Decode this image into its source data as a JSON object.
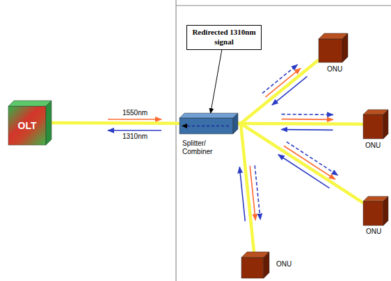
{
  "diagram": {
    "nodes": [
      {
        "text": [
          "OLT"
        ]
      },
      {
        "text": [
          "Redirected 1310nm signal"
        ]
      },
      {
        "text": [
          "Splitter/ Combiner"
        ]
      },
      {
        "text": [
          "ONU"
        ]
      },
      {
        "text": [
          "ONU"
        ]
      },
      {
        "text": [
          "ONU"
        ]
      },
      {
        "text": [
          "ONU"
        ]
      }
    ],
    "edges": [
      {
        "from": 0,
        "to": 2,
        "arrow": "none"
      },
      {
        "from": 1,
        "to": 2,
        "arrow": "to"
      },
      {
        "from": 2,
        "to": 3,
        "arrow": "none"
      },
      {
        "from": 2,
        "to": 4,
        "arrow": "none"
      },
      {
        "from": 2,
        "to": 5,
        "arrow": "none"
      },
      {
        "from": 2,
        "to": 6,
        "arrow": "none"
      }
    ],
    "labels": [
      "1550nm",
      "1310nm"
    ]
  }
}
